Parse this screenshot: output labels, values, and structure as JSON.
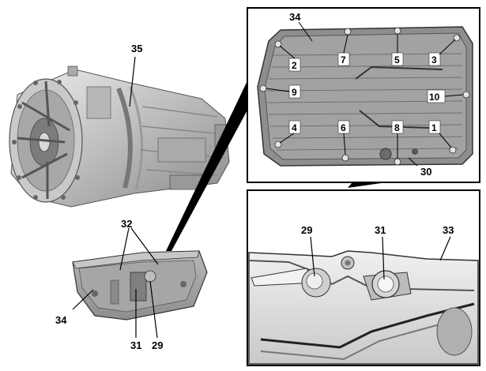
{
  "colors": {
    "metal_light": "#dcdcdc",
    "metal_mid": "#b4b4b4",
    "metal_dark": "#7a7a7a",
    "pan_fill": "#9a9a9a",
    "frame": "#000000"
  },
  "overview": {
    "transmission_label": "35",
    "pan_labels": {
      "gasket_a": "32",
      "gasket_b": "32",
      "pan": "34",
      "seal": "31",
      "filter": "29"
    }
  },
  "detail_top": {
    "pan_label": "34",
    "strainer_label": "30",
    "bolts": [
      "1",
      "2",
      "3",
      "4",
      "5",
      "6",
      "7",
      "8",
      "9",
      "10"
    ]
  },
  "detail_bottom": {
    "filter_label": "29",
    "seal_label": "31",
    "pan_label": "33"
  },
  "icons": {
    "transmission": "transmission-illustration",
    "oil_pan": "oil-pan-illustration",
    "bolt": "bolt-icon"
  }
}
